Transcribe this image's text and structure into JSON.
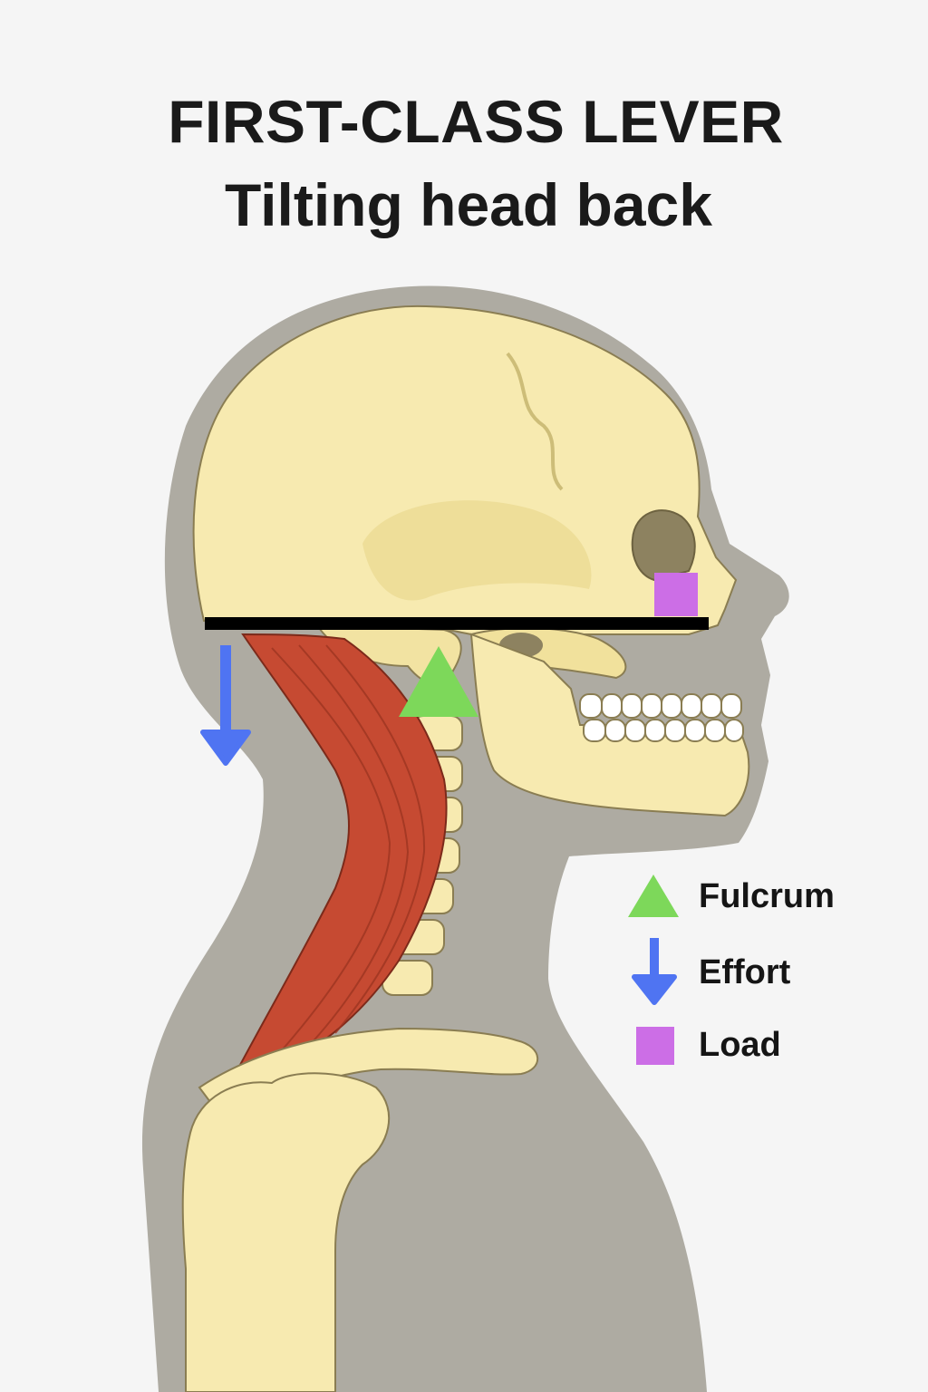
{
  "header": {
    "title": "FIRST-CLASS LEVER",
    "subtitle": "Tilting head back"
  },
  "legend": {
    "fulcrum": "Fulcrum",
    "effort": "Effort",
    "load": "Load"
  },
  "colors": {
    "background": "#f5f5f5",
    "silhouette": "#aeaba2",
    "bone": "#f7eab0",
    "bone_outline": "#8a7d52",
    "muscle": "#c64a32",
    "lever_bar": "#000000",
    "fulcrum": "#7dd85a",
    "effort": "#4f74f2",
    "load": "#cc6ee6"
  },
  "icons": {
    "fulcrum": "triangle-icon",
    "effort": "down-arrow-icon",
    "load": "square-icon"
  }
}
